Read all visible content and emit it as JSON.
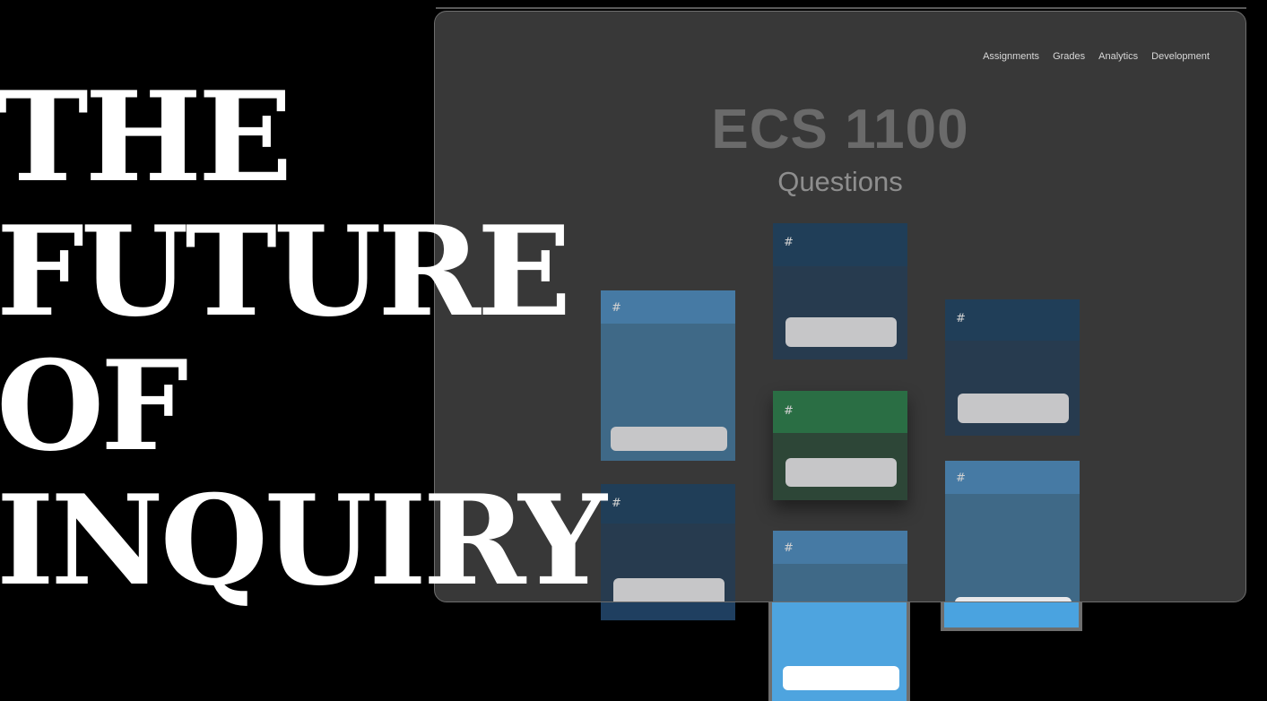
{
  "headline": {
    "lines": [
      "THE",
      "FUTURE",
      "OF",
      "INQUIRY"
    ]
  },
  "window": {
    "nav": [
      "Assignments",
      "Grades",
      "Analytics",
      "Development"
    ],
    "course_title": "ECS 1100",
    "subtitle": "Questions"
  },
  "cards": [
    {
      "label": "#",
      "theme": "dark-navy"
    },
    {
      "label": "#",
      "theme": "steel-blue"
    },
    {
      "label": "#",
      "theme": "green"
    },
    {
      "label": "#",
      "theme": "dark-navy"
    },
    {
      "label": "#",
      "theme": "dark-navy"
    },
    {
      "label": "#",
      "theme": "steel-blue"
    },
    {
      "label": "#",
      "theme": "steel-blue"
    }
  ],
  "colors": {
    "background": "#000000",
    "window": "#3a3a3a",
    "card_navy": "#263a50",
    "card_steel": "#3f6a8e",
    "card_green": "#2e4a3a",
    "card_bright": "#4aa3e0",
    "button": "#c6c6c8"
  }
}
